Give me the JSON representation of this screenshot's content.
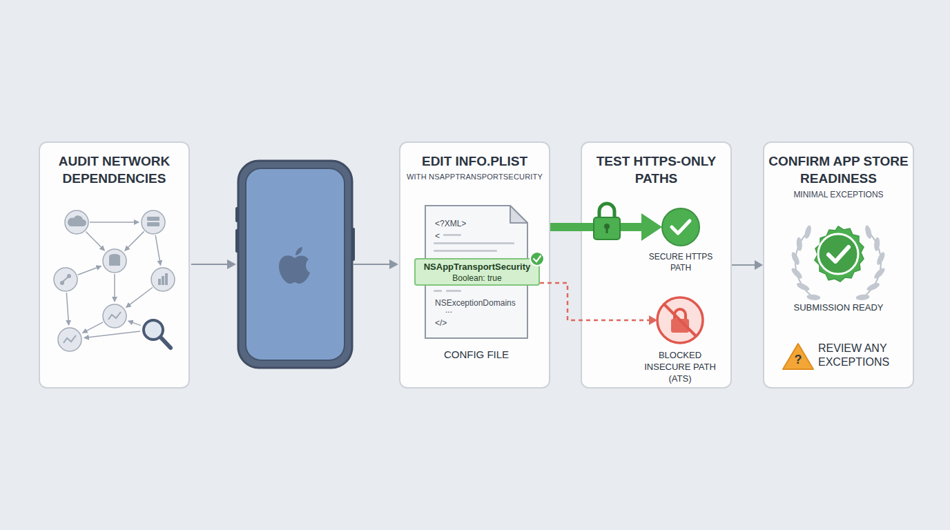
{
  "diagram": {
    "nodes": [
      {
        "text": [
          "AUDIT NETWORK DEPENDENCIES"
        ]
      },
      {
        "text": [
          "EDIT INFO.PLIST",
          "WITH NSAPPTRANSPORTSECURITY"
        ]
      },
      {
        "text": [
          "<?XML>",
          "<",
          "NSExceptionDomains",
          "...",
          "</>",
          "CONFIG FILE"
        ],
        "in": 1
      },
      {
        "text": [
          "NSAppTransportSecurity",
          "Boolean: true"
        ],
        "in": 2
      },
      {
        "text": [
          "TEST HTTPS-ONLY PATHS"
        ]
      },
      {
        "text": [
          "SECURE HTTPS PATH"
        ],
        "in": 4
      },
      {
        "text": [
          "BLOCKED INSECURE PATH (ATS)"
        ],
        "in": 4
      },
      {
        "text": [
          "CONFIRM APP STORE READINESS",
          "MINIMAL EXCEPTIONS",
          "SUBMISSION READY",
          "REVIEW ANY EXCEPTIONS"
        ]
      },
      {
        "text": [
          "?"
        ],
        "in": 7
      }
    ],
    "edges": [
      {
        "from": 1,
        "to": 5,
        "arrow": "to"
      },
      {
        "from": 3,
        "to": 6,
        "arrow": "to"
      },
      {
        "from": 4,
        "to": 7,
        "arrow": "to"
      }
    ]
  }
}
